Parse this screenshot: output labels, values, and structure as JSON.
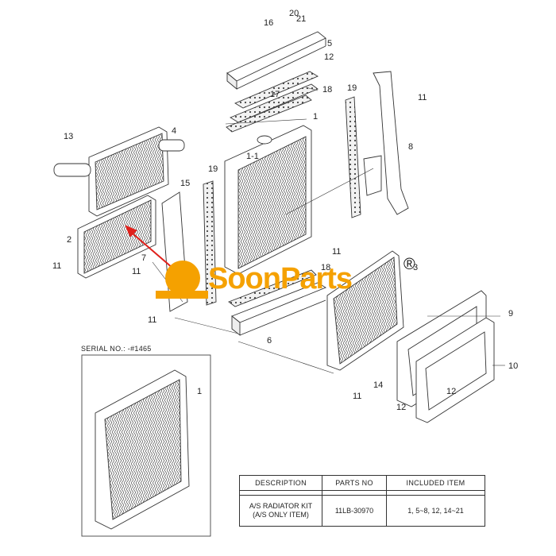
{
  "serial_label": "SERIAL NO.: -#1465",
  "callouts": [
    {
      "id": "c16",
      "text": "16"
    },
    {
      "id": "c20",
      "text": "20"
    },
    {
      "id": "c21",
      "text": "21"
    },
    {
      "id": "c5",
      "text": "5"
    },
    {
      "id": "c12a",
      "text": "12"
    },
    {
      "id": "c18",
      "text": "18"
    },
    {
      "id": "c17",
      "text": "17"
    },
    {
      "id": "c19a",
      "text": "19"
    },
    {
      "id": "c1",
      "text": "1"
    },
    {
      "id": "c1-1",
      "text": "1-1"
    },
    {
      "id": "c11a",
      "text": "11"
    },
    {
      "id": "c8",
      "text": "8"
    },
    {
      "id": "c13",
      "text": "13"
    },
    {
      "id": "c4",
      "text": "4"
    },
    {
      "id": "c15",
      "text": "15"
    },
    {
      "id": "c19b",
      "text": "19"
    },
    {
      "id": "c2",
      "text": "2"
    },
    {
      "id": "c11b",
      "text": "11"
    },
    {
      "id": "c7",
      "text": "7"
    },
    {
      "id": "c11c",
      "text": "11"
    },
    {
      "id": "c11d",
      "text": "11"
    },
    {
      "id": "c18b",
      "text": "18"
    },
    {
      "id": "c3",
      "text": "3"
    },
    {
      "id": "c11e",
      "text": "11"
    },
    {
      "id": "c6",
      "text": "6"
    },
    {
      "id": "c9",
      "text": "9"
    },
    {
      "id": "c10",
      "text": "10"
    },
    {
      "id": "c11f",
      "text": "11"
    },
    {
      "id": "c14",
      "text": "14"
    },
    {
      "id": "c12b",
      "text": "12"
    },
    {
      "id": "c12c",
      "text": "12"
    },
    {
      "id": "c1b",
      "text": "1"
    }
  ],
  "logo": {
    "brand": "SoonParts",
    "reg": "®",
    "color": "#f5a100"
  },
  "kit_table": {
    "headers": [
      "DESCRIPTION",
      "PARTS NO",
      "INCLUDED ITEM"
    ],
    "row": {
      "description_line1": "A/S RADIATOR KIT",
      "description_line2": "(A/S ONLY ITEM)",
      "parts_no": "11LB-30970",
      "included": "1, 5~8, 12, 14~21"
    }
  },
  "colors": {
    "line": "#333333",
    "arrow": "#e0201b",
    "logo": "#f5a100"
  }
}
